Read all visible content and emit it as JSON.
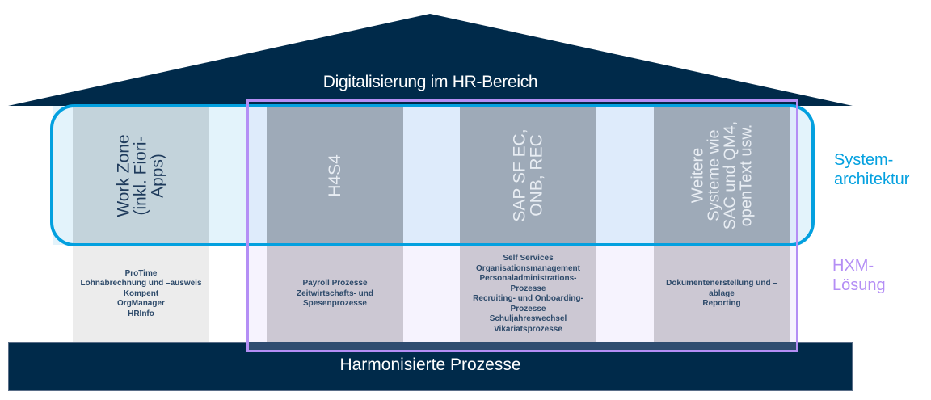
{
  "roof": {
    "title": "Digitalisierung im HR-Bereich",
    "color": "#002a4a"
  },
  "base": {
    "title": "Harmonisierte Prozesse",
    "color": "#002a4a"
  },
  "pillars": [
    {
      "system": "Work Zone\n(inkl. Fiori-\nApps)",
      "processes": "ProTime\nLohnabrechnung und –ausweis\nKompent\nOrgManager\nHRInfo"
    },
    {
      "system": "H4S4",
      "processes": "Payroll Prozesse\nZeitwirtschafts- und\nSpesenprozesse"
    },
    {
      "system": "SAP SF EC,\nONB, REC",
      "processes": "Self Services\nOrganisationsmanagement\nPersonaladministrations-\nProzesse\nRecruiting- und Onboarding-\nProzesse\nSchuljahreswechsel\nVikariatsprozesse"
    },
    {
      "system": "Weitere\nSysteme wie\nSAC und QM4,\nopenText usw.",
      "processes": "Dokumentenerstellung und –\nablage\nReporting"
    }
  ],
  "legend": {
    "system_architecture": {
      "label": "System-\narchitektur",
      "color": "#03a0df"
    },
    "hxm_solution": {
      "label": "HXM-\nLösung",
      "color": "#b48ef5"
    }
  }
}
